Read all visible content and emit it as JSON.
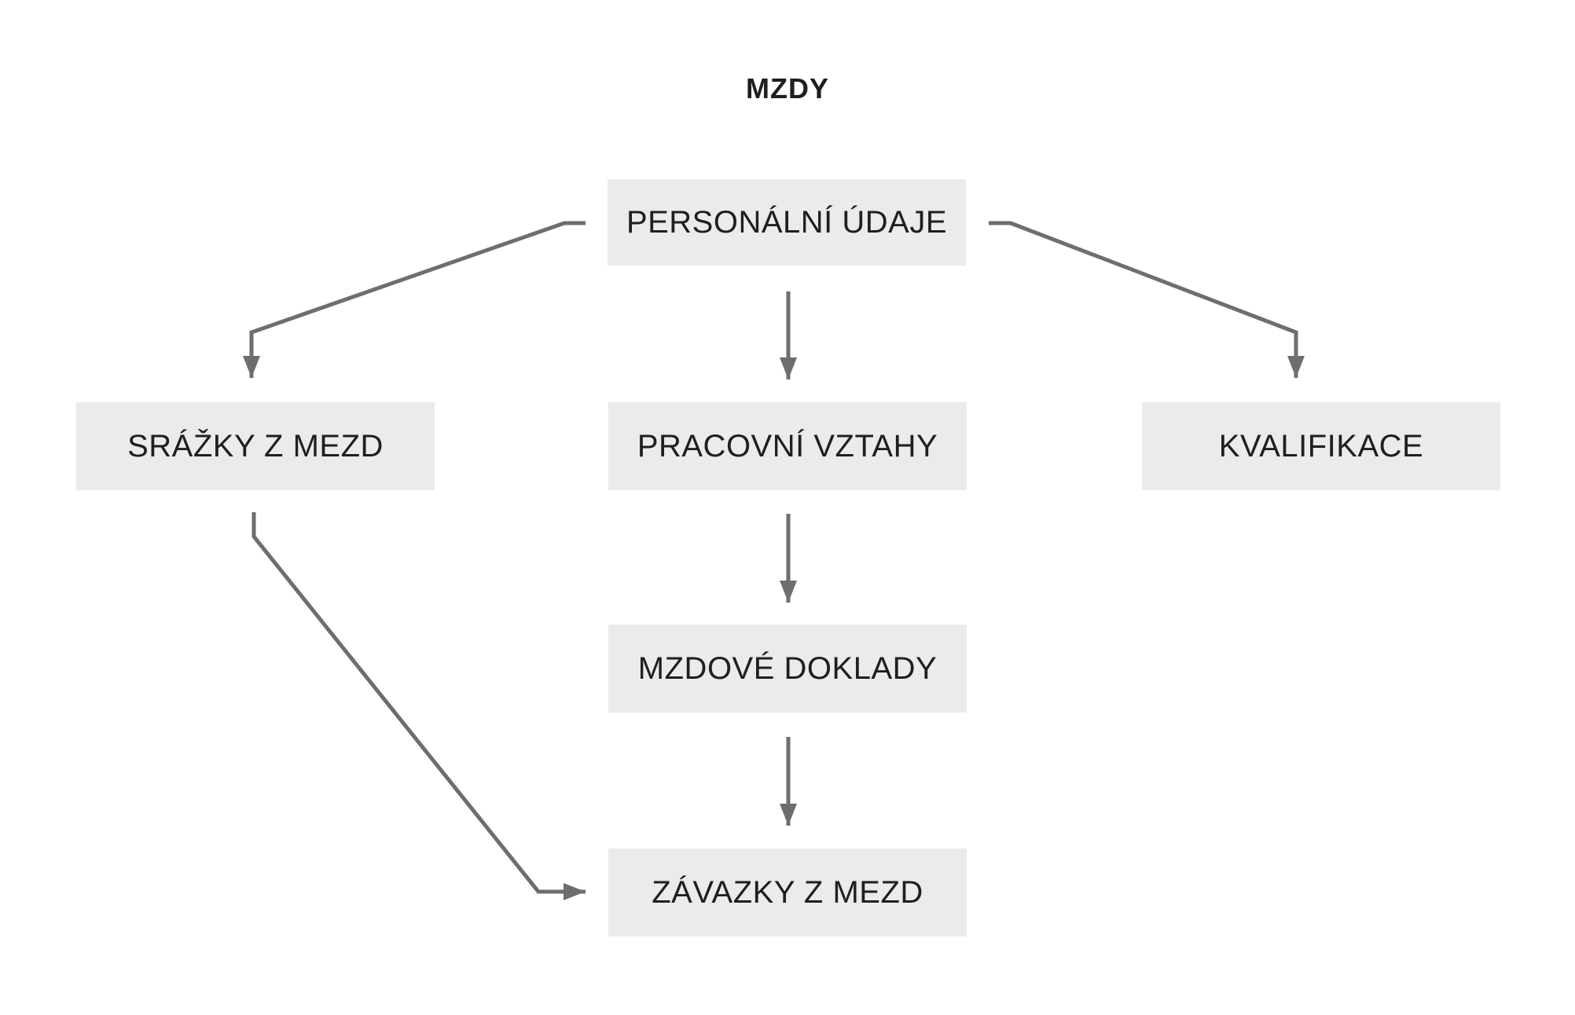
{
  "diagram": {
    "title": "MZDY",
    "nodes": [
      {
        "id": "personalni-udaje",
        "label": "PERSONÁLNÍ ÚDAJE"
      },
      {
        "id": "srazky-z-mezd",
        "label": "SRÁŽKY Z MEZD"
      },
      {
        "id": "pracovni-vztahy",
        "label": "PRACOVNÍ VZTAHY"
      },
      {
        "id": "kvalifikace",
        "label": "KVALIFIKACE"
      },
      {
        "id": "mzdove-doklady",
        "label": "MZDOVÉ DOKLADY"
      },
      {
        "id": "zavazky-z-mezd",
        "label": "ZÁVAZKY Z MEZD"
      }
    ],
    "edges": [
      {
        "from": "personalni-udaje",
        "to": "srazky-z-mezd"
      },
      {
        "from": "personalni-udaje",
        "to": "pracovni-vztahy"
      },
      {
        "from": "personalni-udaje",
        "to": "kvalifikace"
      },
      {
        "from": "pracovni-vztahy",
        "to": "mzdove-doklady"
      },
      {
        "from": "mzdove-doklady",
        "to": "zavazky-z-mezd"
      },
      {
        "from": "srazky-z-mezd",
        "to": "zavazky-z-mezd"
      }
    ]
  },
  "colors": {
    "background": "#ffffff",
    "box-fill": "#ebebeb",
    "arrow-color": "#6e6e6e",
    "text-color": "#1f1f1f"
  }
}
